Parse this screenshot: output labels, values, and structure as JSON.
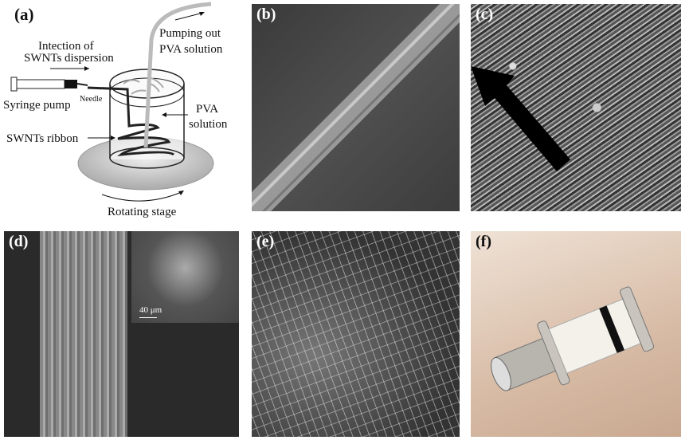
{
  "figure": {
    "panel_a": {
      "label": "(a)",
      "injection_label_line1": "Intection of",
      "injection_label_line2": "SWNTs dispersion",
      "pumping_label_line1": "Pumping out",
      "pumping_label_line2": "PVA solution",
      "syringe_label": "Syringe pump",
      "needle_label": "Needle",
      "pva_label_line1": "PVA",
      "pva_label_line2": "solution",
      "ribbon_label": "SWNTs ribbon",
      "stage_label": "Rotating stage"
    },
    "panel_b": {
      "label": "(b)"
    },
    "panel_c": {
      "label": "(c)"
    },
    "panel_d": {
      "label": "(d)",
      "scale_bar": "40 μm"
    },
    "panel_e": {
      "label": "(e)"
    },
    "panel_f": {
      "label": "(f)"
    }
  }
}
